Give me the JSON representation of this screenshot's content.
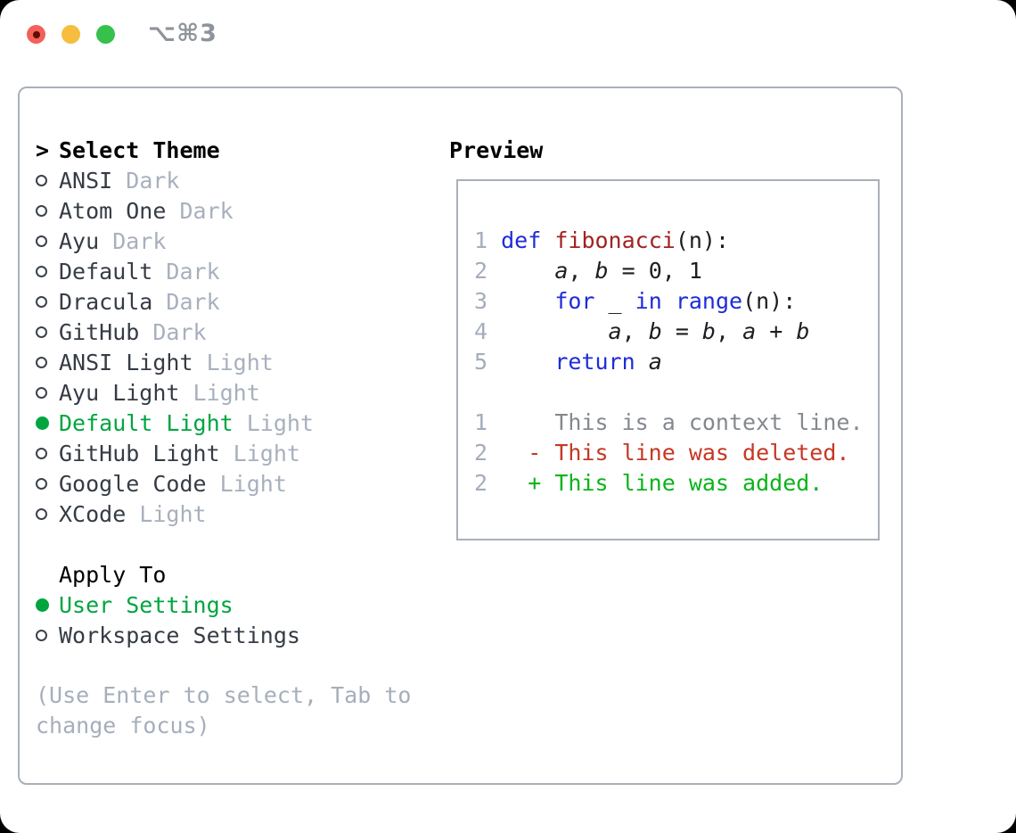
{
  "window": {
    "title": "⌥⌘3",
    "traffic_lights": [
      "close",
      "minimize",
      "maximize"
    ]
  },
  "colors": {
    "selection_green": "#00a53f",
    "added_green": "#0ab41a",
    "deleted_red": "#c63726",
    "keyword_blue": "#1e2cd8",
    "function_red": "#a32222",
    "muted_gray": "#a8b0bd",
    "border_gray": "#a9b0b9",
    "traffic_red": "#f4605a",
    "traffic_yellow": "#f6bd3e",
    "traffic_green": "#35c14b"
  },
  "theme_panel": {
    "caret": ">",
    "header": "Select Theme",
    "items": [
      {
        "label": "ANSI",
        "variant": "Dark",
        "selected": false
      },
      {
        "label": "Atom One",
        "variant": "Dark",
        "selected": false
      },
      {
        "label": "Ayu",
        "variant": "Dark",
        "selected": false
      },
      {
        "label": "Default",
        "variant": "Dark",
        "selected": false
      },
      {
        "label": "Dracula",
        "variant": "Dark",
        "selected": false
      },
      {
        "label": "GitHub",
        "variant": "Dark",
        "selected": false
      },
      {
        "label": "ANSI Light",
        "variant": "Light",
        "selected": false
      },
      {
        "label": "Ayu Light",
        "variant": "Light",
        "selected": false
      },
      {
        "label": "Default Light",
        "variant": "Light",
        "selected": true
      },
      {
        "label": "GitHub Light",
        "variant": "Light",
        "selected": false
      },
      {
        "label": "Google Code",
        "variant": "Light",
        "selected": false
      },
      {
        "label": "XCode",
        "variant": "Light",
        "selected": false
      }
    ],
    "apply_to": {
      "header": "Apply To",
      "options": [
        {
          "label": "User Settings",
          "selected": true
        },
        {
          "label": "Workspace Settings",
          "selected": false
        }
      ]
    },
    "hint_lines": [
      "(Use Enter to select, Tab to",
      "change focus)"
    ]
  },
  "preview": {
    "title": "Preview",
    "code_lines": [
      {
        "num": "1",
        "tokens": [
          [
            "pl",
            " "
          ],
          [
            "kw",
            "def"
          ],
          [
            "pl",
            " "
          ],
          [
            "fn",
            "fibonacci"
          ],
          [
            "pl",
            "(n):"
          ]
        ]
      },
      {
        "num": "2",
        "tokens": [
          [
            "pl",
            "     "
          ],
          [
            "var",
            "a"
          ],
          [
            "pl",
            ", "
          ],
          [
            "var",
            "b"
          ],
          [
            "pl",
            " = 0, 1"
          ]
        ]
      },
      {
        "num": "3",
        "tokens": [
          [
            "pl",
            "     "
          ],
          [
            "kw",
            "for"
          ],
          [
            "pl",
            " _ "
          ],
          [
            "kw",
            "in"
          ],
          [
            "pl",
            " "
          ],
          [
            "kw",
            "range"
          ],
          [
            "pl",
            "(n):"
          ]
        ]
      },
      {
        "num": "4",
        "tokens": [
          [
            "pl",
            "         "
          ],
          [
            "var",
            "a"
          ],
          [
            "pl",
            ", "
          ],
          [
            "var",
            "b"
          ],
          [
            "pl",
            " = "
          ],
          [
            "var",
            "b"
          ],
          [
            "pl",
            ", "
          ],
          [
            "var",
            "a"
          ],
          [
            "pl",
            " + "
          ],
          [
            "var",
            "b"
          ]
        ]
      },
      {
        "num": "5",
        "tokens": [
          [
            "pl",
            "     "
          ],
          [
            "kw",
            "return"
          ],
          [
            "pl",
            " "
          ],
          [
            "var",
            "a"
          ]
        ]
      },
      {
        "num": "",
        "tokens": []
      },
      {
        "num": "1",
        "tokens": [
          [
            "ctx",
            "     This is a context line."
          ]
        ]
      },
      {
        "num": "2",
        "tokens": [
          [
            "del",
            "   - This line was deleted."
          ]
        ]
      },
      {
        "num": "2",
        "tokens": [
          [
            "add",
            "   + This line was added."
          ]
        ]
      }
    ]
  }
}
